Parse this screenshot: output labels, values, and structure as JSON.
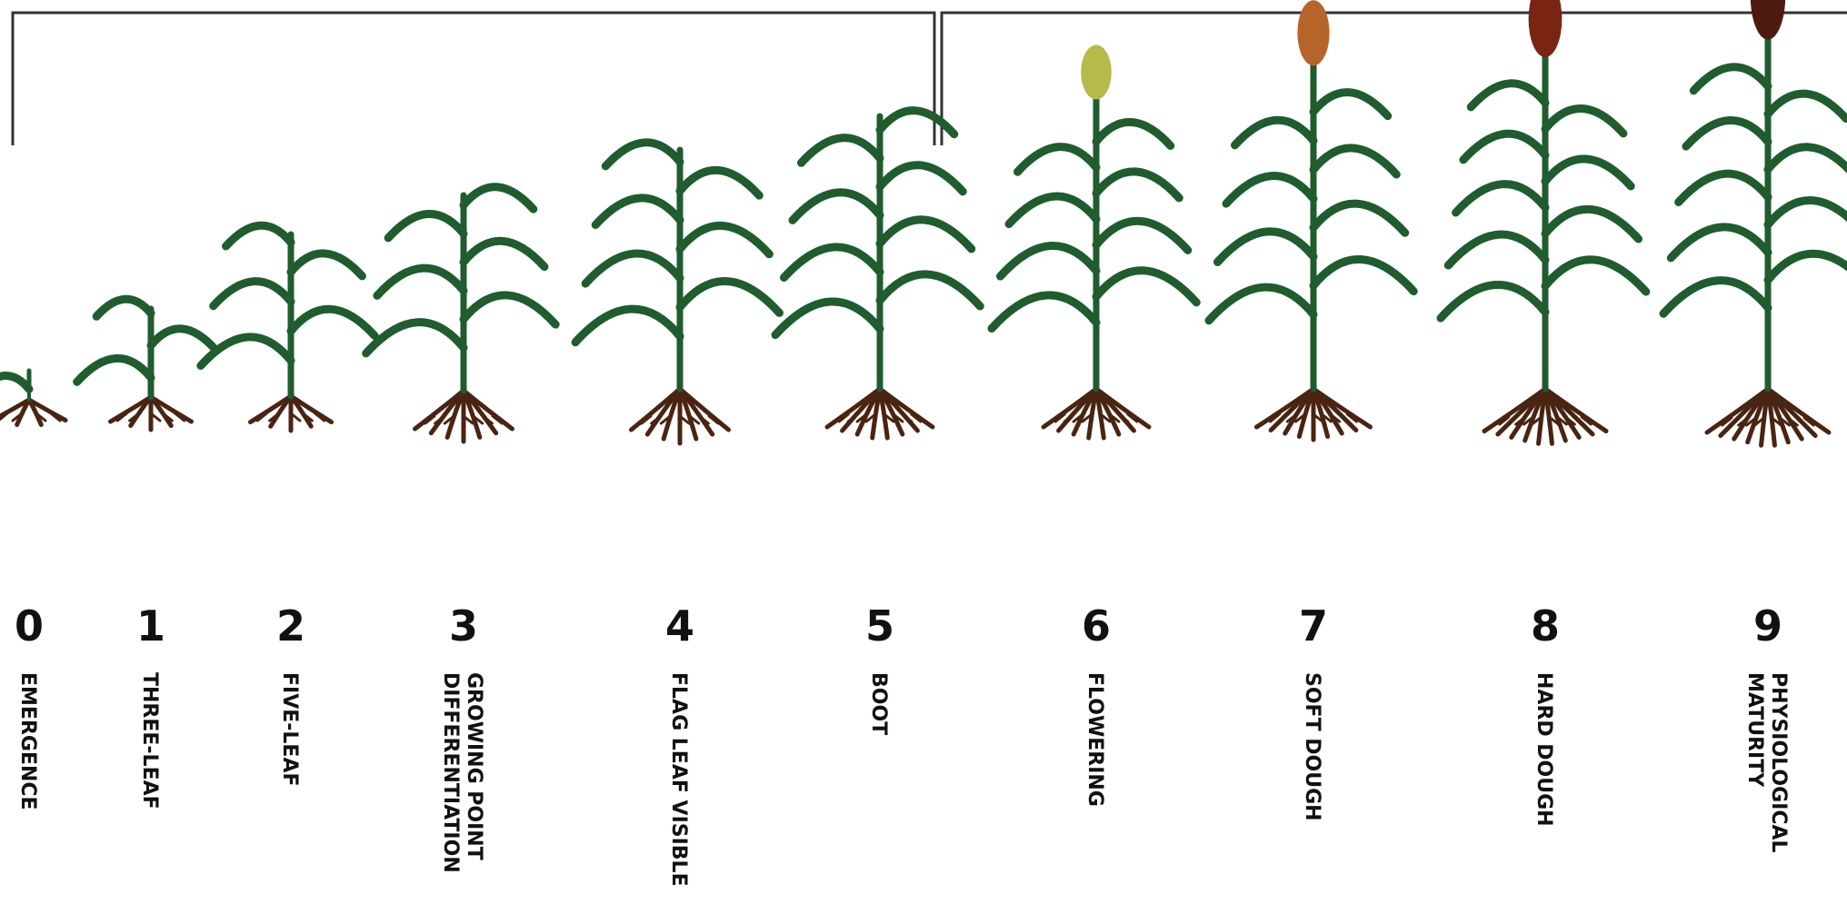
{
  "colors": {
    "background": "#ffffff",
    "stem_leaf": "#1f5c2e",
    "root": "#4a2412",
    "bracket": "#333333"
  },
  "stages": [
    {
      "number": "0",
      "lines": [
        "EMERGENCE"
      ],
      "icon": "seedling-icon",
      "head_color": null
    },
    {
      "number": "1",
      "lines": [
        "THREE-LEAF"
      ],
      "icon": "plant-icon",
      "head_color": null
    },
    {
      "number": "2",
      "lines": [
        "FIVE-LEAF"
      ],
      "icon": "plant-icon",
      "head_color": null
    },
    {
      "number": "3",
      "lines": [
        "GROWING POINT",
        "DIFFERENTIATION"
      ],
      "icon": "plant-icon",
      "head_color": null
    },
    {
      "number": "4",
      "lines": [
        "FLAG LEAF VISIBLE"
      ],
      "icon": "plant-icon",
      "head_color": null
    },
    {
      "number": "5",
      "lines": [
        "BOOT"
      ],
      "icon": "plant-icon",
      "head_color": null
    },
    {
      "number": "6",
      "lines": [
        "FLOWERING"
      ],
      "icon": "plant-with-head-icon",
      "head_color": "#b7b94a"
    },
    {
      "number": "7",
      "lines": [
        "SOFT DOUGH"
      ],
      "icon": "plant-with-head-icon",
      "head_color": "#b5652a"
    },
    {
      "number": "8",
      "lines": [
        "HARD DOUGH"
      ],
      "icon": "plant-with-head-icon",
      "head_color": "#7a2414"
    },
    {
      "number": "9",
      "lines": [
        "PHYSIOLOGICAL",
        "MATURITY"
      ],
      "icon": "plant-with-head-icon",
      "head_color": "#4e1a10"
    }
  ]
}
